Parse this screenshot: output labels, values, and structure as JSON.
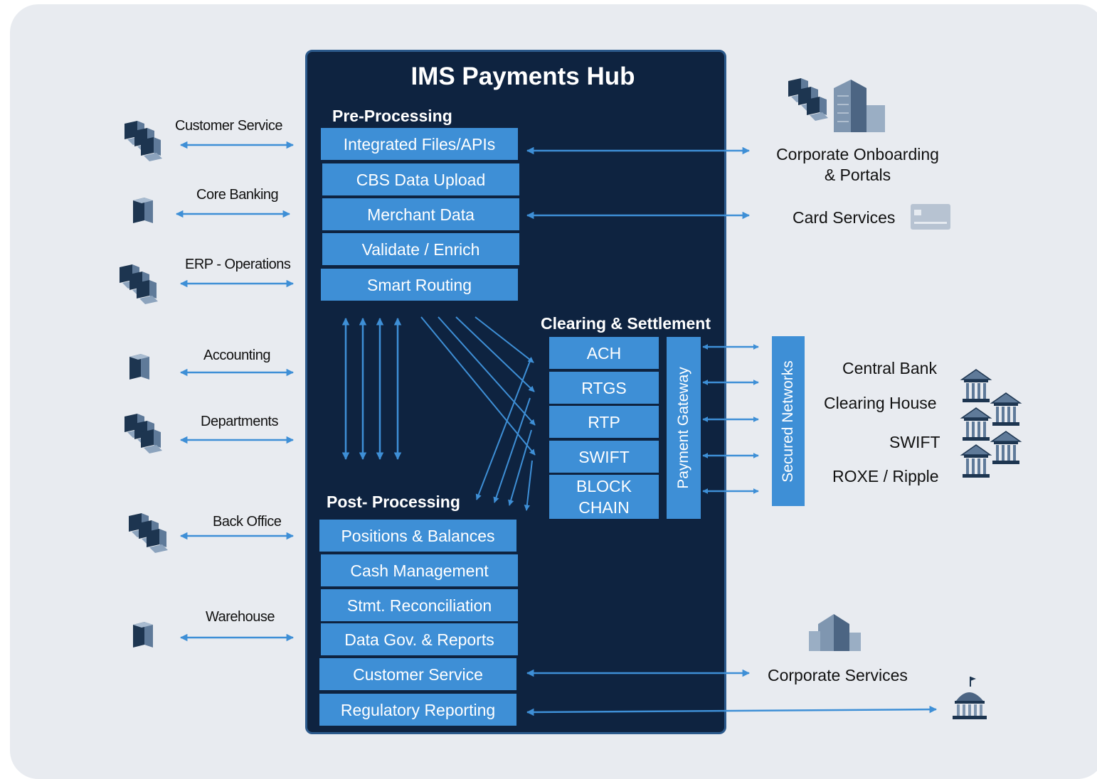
{
  "hub": {
    "title": "IMS Payments Hub",
    "pre_processing": {
      "heading": "Pre-Processing",
      "items": [
        "Integrated Files/APIs",
        "CBS Data Upload",
        "Merchant Data",
        "Validate / Enrich",
        "Smart Routing"
      ]
    },
    "clearing": {
      "heading": "Clearing & Settlement",
      "items": [
        "ACH",
        "RTGS",
        "RTP",
        "SWIFT",
        "BLOCK\nCHAIN"
      ],
      "gateway": "Payment Gateway"
    },
    "post_processing": {
      "heading": "Post- Processing",
      "items": [
        "Positions & Balances",
        "Cash Management",
        "Stmt. Reconciliation",
        "Data Gov. & Reports",
        "Customer Service",
        "Regulatory Reporting"
      ]
    }
  },
  "left_systems": [
    "Customer Service",
    "Core Banking",
    "ERP - Operations",
    "Accounting",
    "Departments",
    "Back Office",
    "Warehouse"
  ],
  "secured_networks": "Secured Networks",
  "right": {
    "corporate_onboarding": "Corporate Onboarding\n& Portals",
    "card_services": "Card Services",
    "networks": [
      "Central Bank",
      "Clearing House",
      "SWIFT",
      "ROXE / Ripple"
    ],
    "corporate_services": "Corporate Services"
  },
  "colors": {
    "hub_bg": "#0e2340",
    "box": "#3e8fd6",
    "arrow": "#3e8fd6",
    "panel": "#e8ebf0"
  }
}
